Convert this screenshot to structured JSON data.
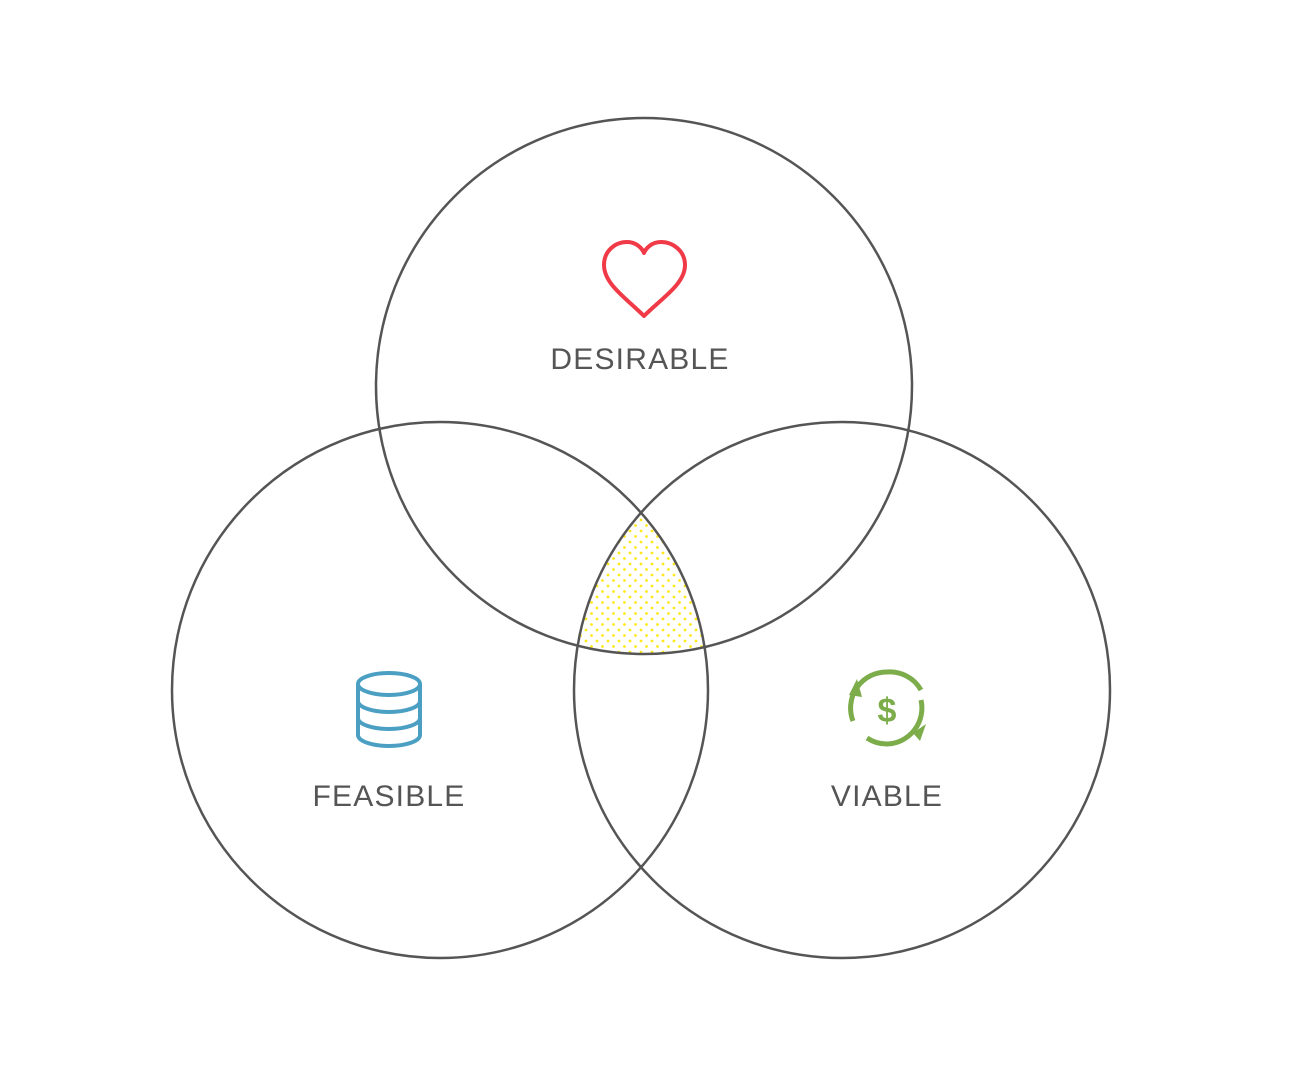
{
  "diagram": {
    "type": "venn",
    "sets": [
      {
        "id": "desirable",
        "label": "DESIRABLE",
        "icon": "heart-icon",
        "color": "#f03a47"
      },
      {
        "id": "feasible",
        "label": "FEASIBLE",
        "icon": "database-icon",
        "color": "#4a9fc3"
      },
      {
        "id": "viable",
        "label": "VIABLE",
        "icon": "dollar-cycle-icon",
        "color": "#7cad4a"
      }
    ],
    "center_highlight": {
      "pattern": "dots",
      "color": "#ffe81a"
    },
    "outline_color": "#555555"
  }
}
